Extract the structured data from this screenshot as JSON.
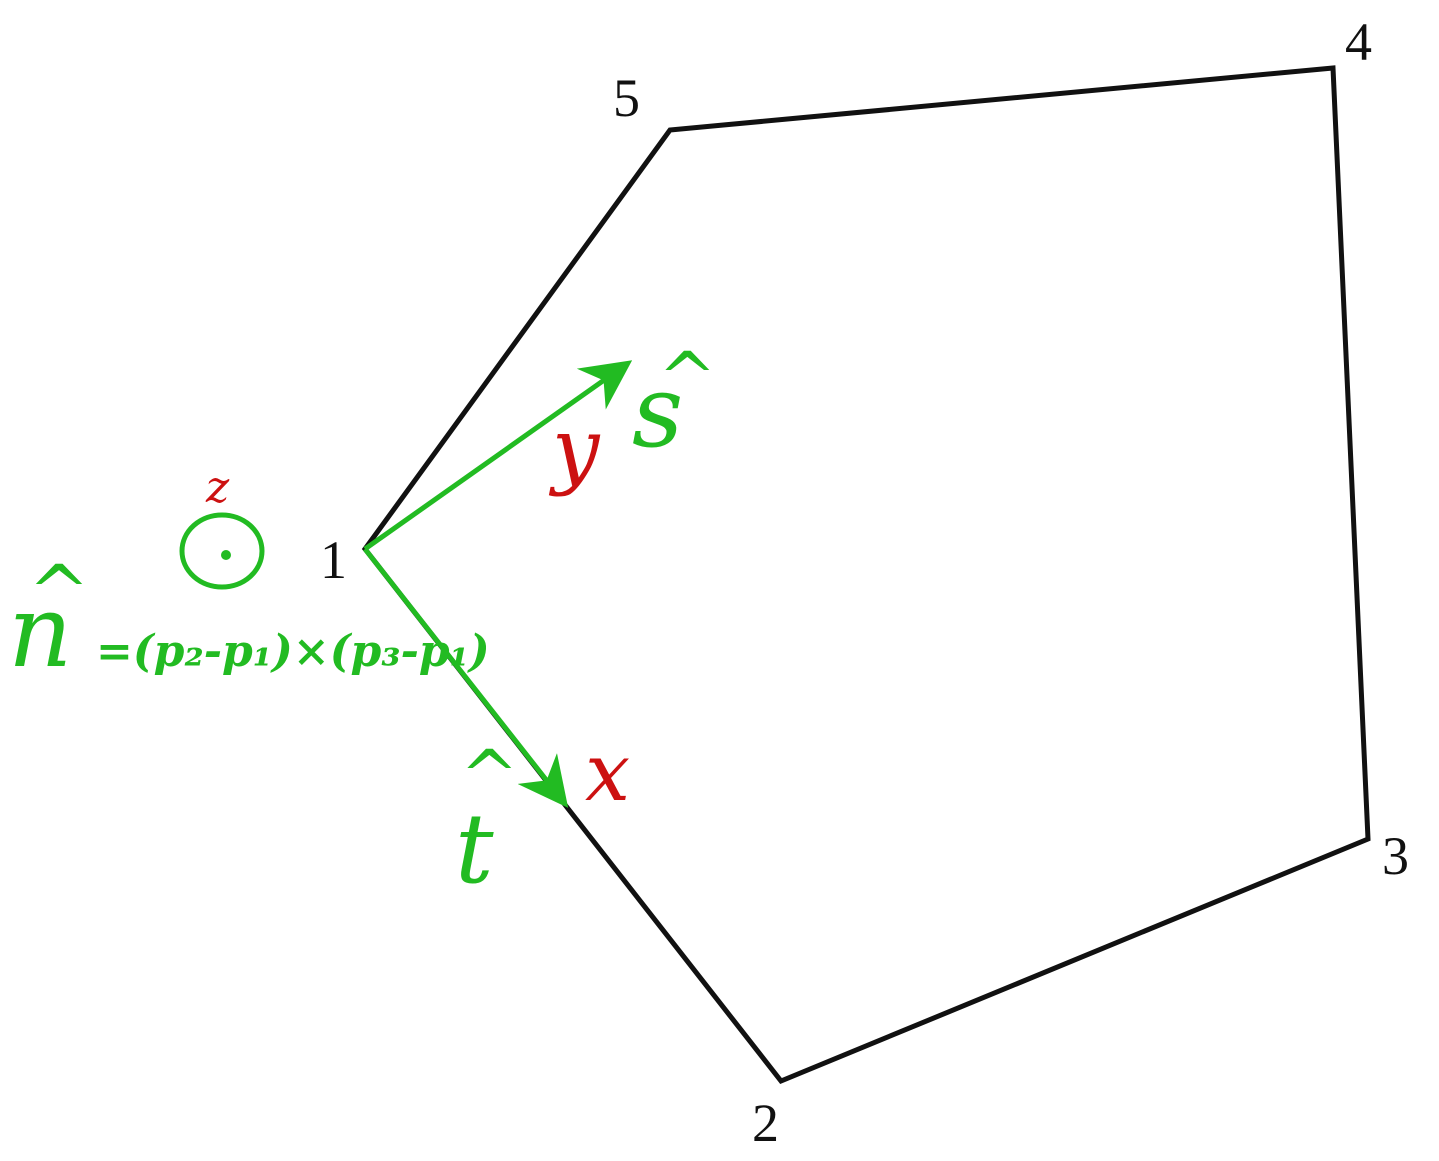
{
  "colors": {
    "outline": "#111111",
    "vector": "#22bb22",
    "axis": "#cc1111"
  },
  "vertices": [
    {
      "label": "1"
    },
    {
      "label": "2"
    },
    {
      "label": "3"
    },
    {
      "label": "4"
    },
    {
      "label": "5"
    }
  ],
  "axes": {
    "x": "x",
    "y": "y",
    "z": "z"
  },
  "vectors": {
    "t_hat": "t",
    "s_hat": "s",
    "n_hat": "n",
    "n_formula": "=(p₂-p₁)×(p₃-p₁)",
    "hat": "^"
  },
  "icons": {
    "out_of_page": "dot-in-circle-icon"
  }
}
